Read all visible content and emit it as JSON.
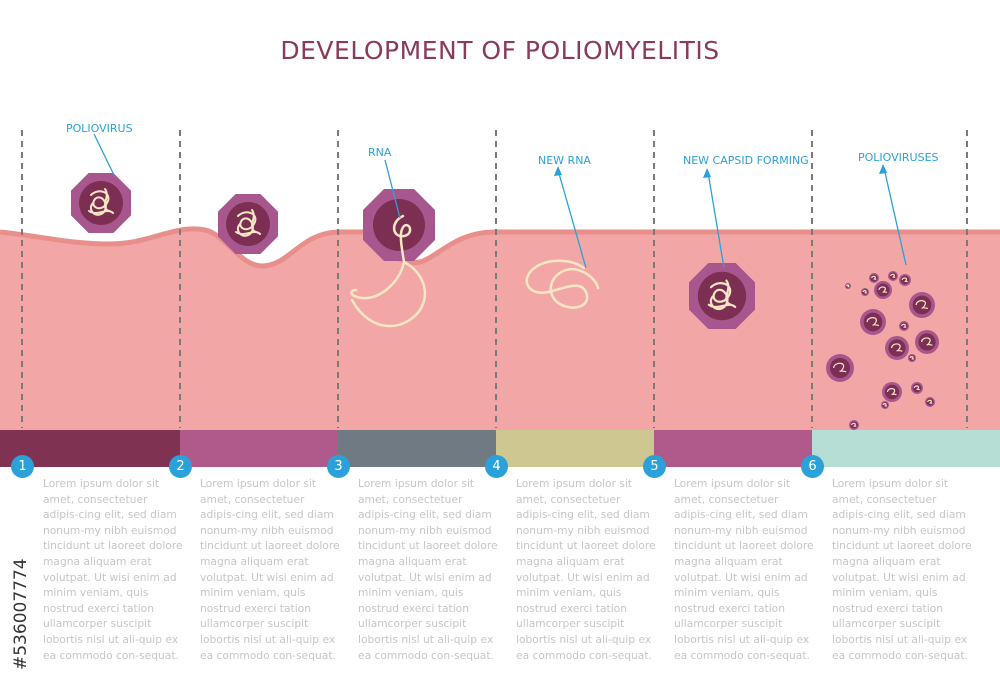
{
  "title": "DEVELOPMENT OF POLIOMYELITIS",
  "labels": {
    "poliovirus": "POLIOVIRUS",
    "rna": "RNA",
    "new_rna": "NEW RNA",
    "new_capsid": "NEW CAPSID FORMING",
    "polioviruses": "POLIOVIRUSES"
  },
  "steps": [
    {
      "number": "1",
      "color": "#7f3252",
      "text": "Lorem ipsum dolor sit amet, consectetuer adipis-cing elit, sed diam nonum-my nibh euismod tincidunt ut laoreet dolore magna aliquam erat volutpat. Ut wisi enim ad minim veniam, quis nostrud exerci tation ullamcorper suscipit lobortis nisl ut ali-quip ex ea commodo con-sequat."
    },
    {
      "number": "2",
      "color": "#b05a8c",
      "text": "Lorem ipsum dolor sit amet, consectetuer adipis-cing elit, sed diam nonum-my nibh euismod tincidunt ut laoreet dolore magna aliquam erat volutpat. Ut wisi enim ad minim veniam, quis nostrud exerci tation ullamcorper suscipit lobortis nisl ut ali-quip ex ea commodo con-sequat."
    },
    {
      "number": "3",
      "color": "#6f7a83",
      "text": "Lorem ipsum dolor sit amet, consectetuer adipis-cing elit, sed diam nonum-my nibh euismod tincidunt ut laoreet dolore magna aliquam erat volutpat. Ut wisi enim ad minim veniam, quis nostrud exerci tation ullamcorper suscipit lobortis nisl ut ali-quip ex ea commodo con-sequat."
    },
    {
      "number": "4",
      "color": "#cfc792",
      "text": "Lorem ipsum dolor sit amet, consectetuer adipis-cing elit, sed diam nonum-my nibh euismod tincidunt ut laoreet dolore magna aliquam erat volutpat. Ut wisi enim ad minim veniam, quis nostrud exerci tation ullamcorper suscipit lobortis nisl ut ali-quip ex ea commodo con-sequat."
    },
    {
      "number": "5",
      "color": "#b05a8c",
      "text": "Lorem ipsum dolor sit amet, consectetuer adipis-cing elit, sed diam nonum-my nibh euismod tincidunt ut laoreet dolore magna aliquam erat volutpat. Ut wisi enim ad minim veniam, quis nostrud exerci tation ullamcorper suscipit lobortis nisl ut ali-quip ex ea commodo con-sequat."
    },
    {
      "number": "6",
      "color": "#b7ded4",
      "text": "Lorem ipsum dolor sit amet, consectetuer adipis-cing elit, sed diam nonum-my nibh euismod tincidunt ut laoreet dolore magna aliquam erat volutpat. Ut wisi enim ad minim veniam, quis nostrud exerci tation ullamcorper suscipit lobortis nisl ut ali-quip ex ea commodo con-sequat."
    }
  ],
  "stock_id": "#536007774",
  "colors": {
    "tissue": "#f2a7a6",
    "membrane": "#e88f8b",
    "virus_outer": "#a8578e",
    "virus_inner": "#7c2f52",
    "rna": "#f7e6c4",
    "accent": "#2aa1d8",
    "title": "#8a3a5e"
  },
  "icons": [
    "poliovirus-icon",
    "rna-strand-icon",
    "badge-icon"
  ]
}
